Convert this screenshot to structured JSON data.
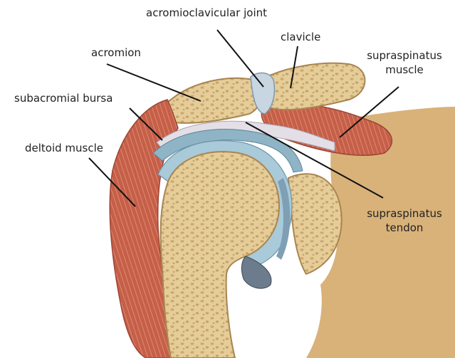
{
  "diagram": {
    "labels": {
      "acromioclavicular_joint": "acromioclavicular joint",
      "clavicle": "clavicle",
      "acromion": "acromion",
      "supraspinatus_muscle_line1": "supraspinatus",
      "supraspinatus_muscle_line2": "muscle",
      "subacromial_bursa": "subacromial bursa",
      "deltoid_muscle": "deltoid muscle",
      "supraspinatus_tendon_line1": "supraspinatus",
      "supraspinatus_tendon_line2": "tendon"
    },
    "colors": {
      "bone": "#e8cf9c",
      "bone_dark": "#c9a86b",
      "muscle": "#c9604a",
      "muscle_light": "#e0907c",
      "cartilage": "#9fc0cf",
      "tendon": "#d9d4dc",
      "leader": "#111111"
    }
  }
}
